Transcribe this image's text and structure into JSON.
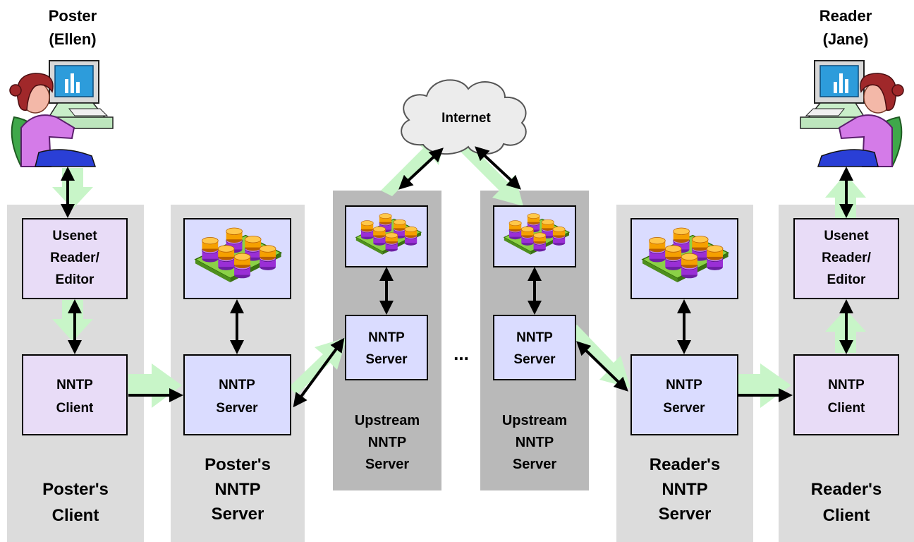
{
  "people": {
    "poster": {
      "role": "Poster",
      "name": "(Ellen)"
    },
    "reader": {
      "role": "Reader",
      "name": "(Jane)"
    }
  },
  "cloud": {
    "label": "Internet"
  },
  "ellipsis": "...",
  "columns": {
    "posters_client": {
      "line1": "Poster's",
      "line2": "Client"
    },
    "posters_server": {
      "line1": "Poster's",
      "line2": "NNTP",
      "line3": "Server"
    },
    "upstream_left": {
      "line1": "Upstream",
      "line2": "NNTP",
      "line3": "Server"
    },
    "upstream_right": {
      "line1": "Upstream",
      "line2": "NNTP",
      "line3": "Server"
    },
    "readers_server": {
      "line1": "Reader's",
      "line2": "NNTP",
      "line3": "Server"
    },
    "readers_client": {
      "line1": "Reader's",
      "line2": "Client"
    }
  },
  "boxes": {
    "reader_editor_left": {
      "line1": "Usenet",
      "line2": "Reader/",
      "line3": "Editor"
    },
    "reader_editor_right": {
      "line1": "Usenet",
      "line2": "Reader/",
      "line3": "Editor"
    },
    "nntp_client_left": {
      "line1": "NNTP",
      "line2": "Client"
    },
    "nntp_client_right": {
      "line1": "NNTP",
      "line2": "Client"
    },
    "posters_nntp_server": {
      "line1": "NNTP",
      "line2": "Server"
    },
    "upstream_left_server": {
      "line1": "NNTP",
      "line2": "Server"
    },
    "upstream_right_server": {
      "line1": "NNTP",
      "line2": "Server"
    },
    "readers_nntp_server": {
      "line1": "NNTP",
      "line2": "Server"
    }
  },
  "colors": {
    "column_light": "#dcdcdc",
    "column_dark": "#b9b9b9",
    "client_box": "#e8dcf7",
    "server_box": "#dadcff",
    "flow_arrow": "#c8f5c8",
    "db_orange": "#f5a000",
    "db_purple": "#9a2fd6",
    "db_platform": "#8bd147"
  }
}
